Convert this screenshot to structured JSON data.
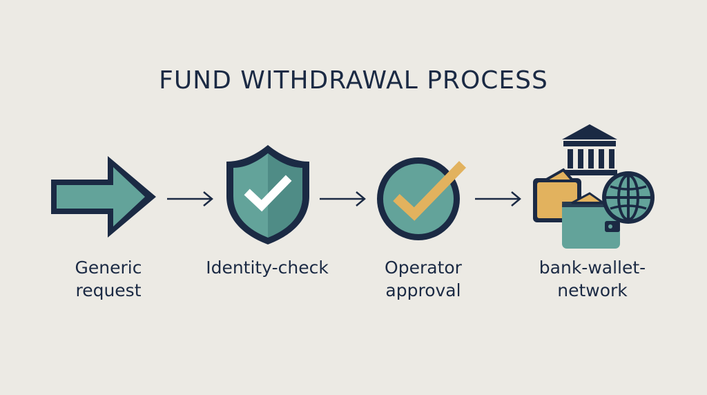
{
  "diagram": {
    "title": "FUND WITHDRAWAL PROCESS",
    "colors": {
      "navy": "#1B2A44",
      "teal": "#63A39A",
      "teal_dark": "#4F8C86",
      "gold": "#E2B25E",
      "background": "#ECEAE4",
      "white": "#FFFFFF"
    },
    "steps": [
      {
        "icon": "arrow-right-icon",
        "label_lines": [
          "Generic",
          "request"
        ]
      },
      {
        "icon": "shield-check-icon",
        "label_lines": [
          "Identity-check"
        ]
      },
      {
        "icon": "circle-check-icon",
        "label_lines": [
          "Operator",
          "approval"
        ]
      },
      {
        "icon": "bank-wallet-globe-icon",
        "label_lines": [
          "bank-wallet-",
          "network"
        ]
      }
    ],
    "connectors": [
      "arrow-connector-icon",
      "arrow-connector-icon",
      "arrow-connector-icon"
    ]
  }
}
